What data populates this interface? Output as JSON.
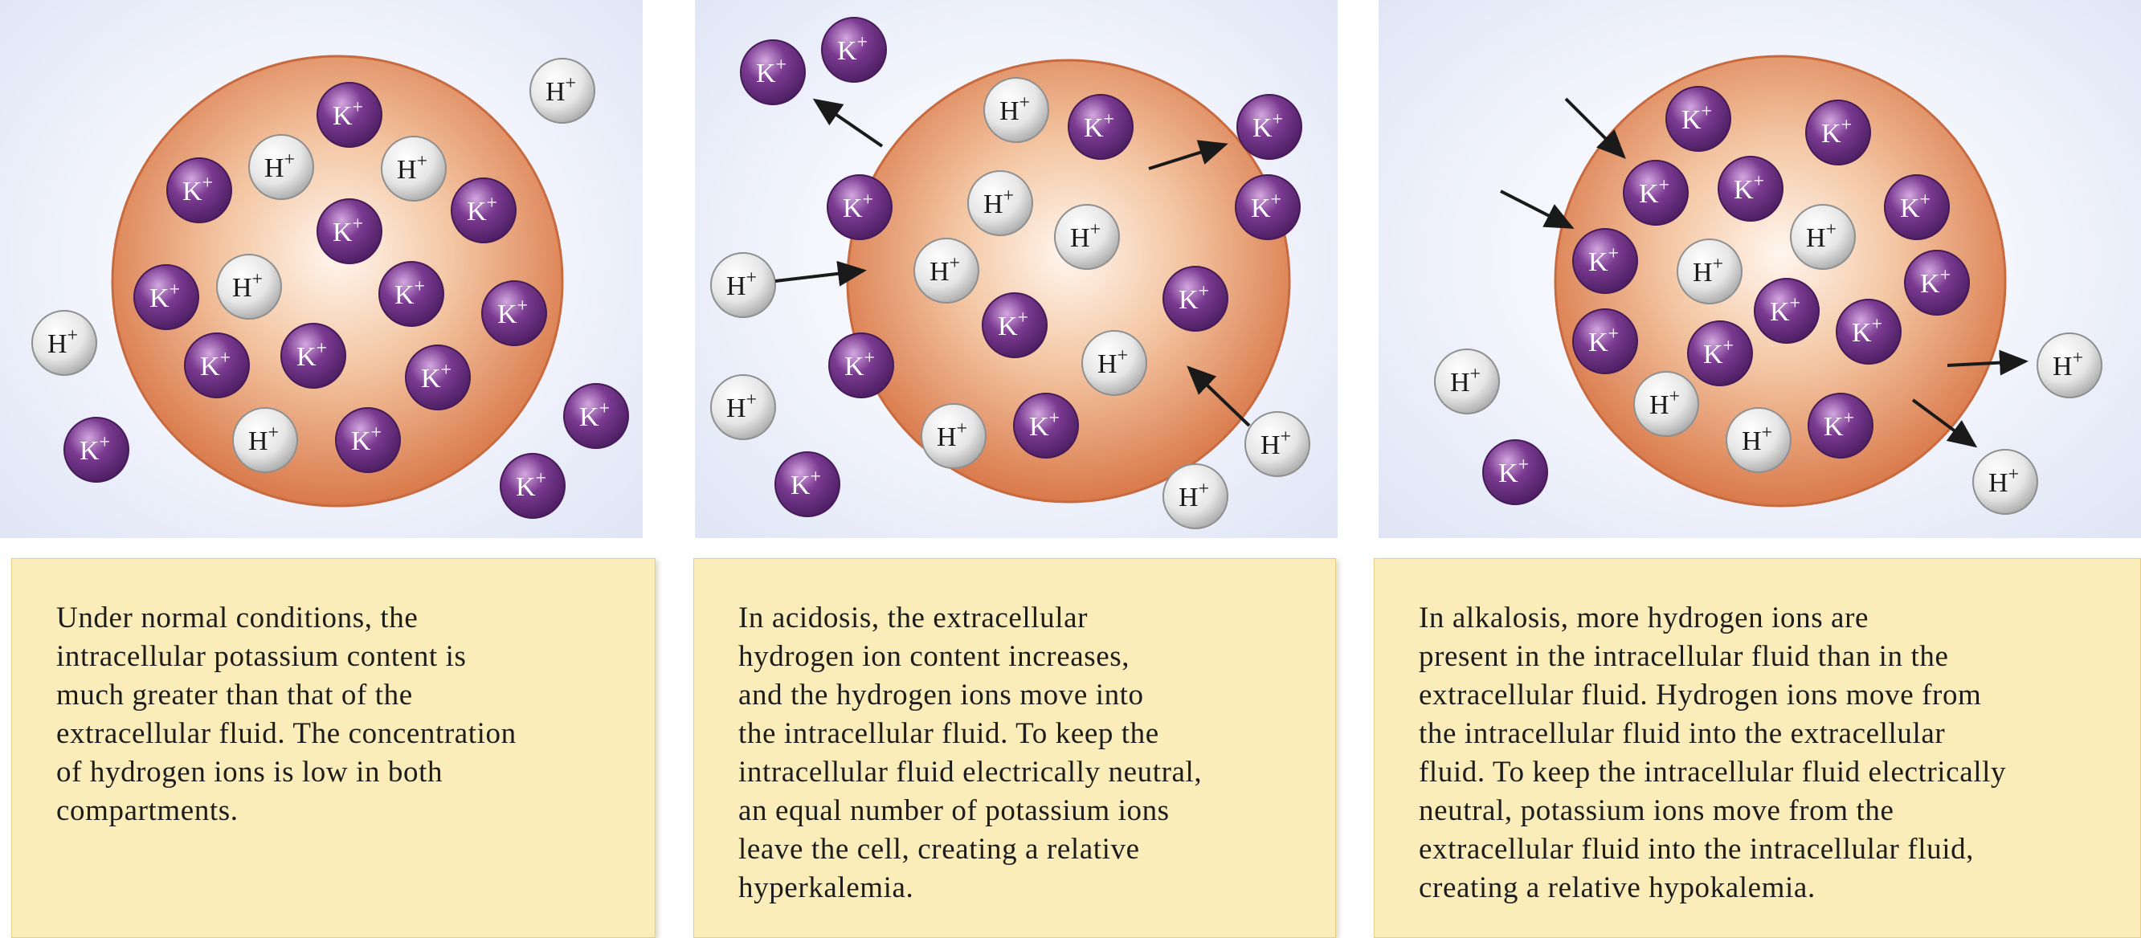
{
  "ion_labels": {
    "potassium": "K",
    "hydrogen": "H",
    "charge": "+"
  },
  "colors": {
    "potassium": "#7a3a90",
    "hydrogen": "#e6e6e6",
    "cell": "#e89a6c",
    "panel_bg": "#dfe5f6",
    "caption_bg": "#fbedb9"
  },
  "panels": [
    {
      "caption": "Under normal conditions, the\nintracellular potassium content is\nmuch greater than that of the\nextracellular fluid. The concentration\nof hydrogen ions is low in both\ncompartments."
    },
    {
      "caption": "In acidosis, the extracellular\nhydrogen ion content increases,\nand the hydrogen ions move into\nthe intracellular fluid. To keep the\nintracellular fluid electrically neutral,\nan equal number of potassium ions\nleave the cell, creating a relative\nhyperkalemia."
    },
    {
      "caption": "In alkalosis, more hydrogen ions are\npresent in the intracellular fluid than in the\nextracellular fluid. Hydrogen ions move from\nthe intracellular fluid into the extracellular\nfluid. To keep the intracellular fluid electrically\nneutral, potassium ions move from the\nextracellular fluid into the intracellular fluid,\ncreating a relative hypokalemia."
    }
  ]
}
